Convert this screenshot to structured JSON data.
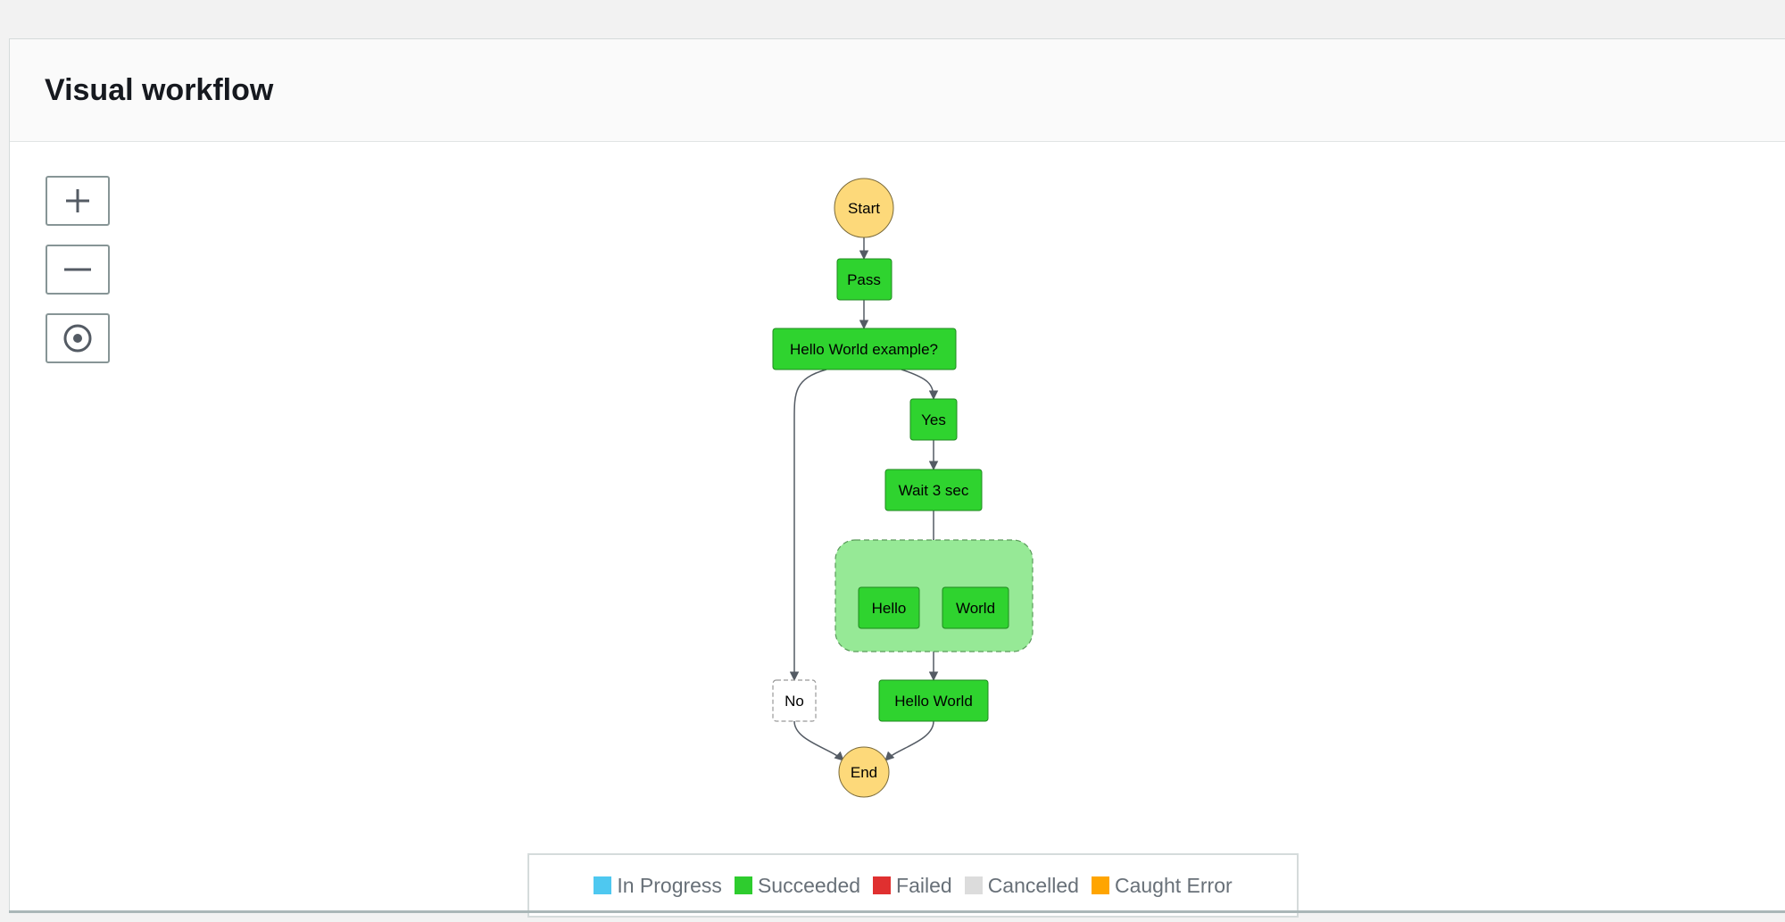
{
  "panel": {
    "title": "Visual workflow"
  },
  "zoom_controls": [
    {
      "name": "zoom-in-button",
      "icon": "plus-icon"
    },
    {
      "name": "zoom-out-button",
      "icon": "minus-icon"
    },
    {
      "name": "center-button",
      "icon": "target-icon"
    }
  ],
  "graph": {
    "start": "Start",
    "end": "End",
    "nodes": {
      "pass": "Pass",
      "choice": "Hello World example?",
      "yes": "Yes",
      "no": "No",
      "wait": "Wait 3 sec",
      "hello": "Hello",
      "world": "World",
      "hello_world": "Hello World"
    }
  },
  "legend": [
    {
      "label": "In Progress",
      "color": "#4ec8f0"
    },
    {
      "label": "Succeeded",
      "color": "#2ecc2e"
    },
    {
      "label": "Failed",
      "color": "#e03030"
    },
    {
      "label": "Cancelled",
      "color": "#dcdcdc"
    },
    {
      "label": "Caught Error",
      "color": "#ffa500"
    }
  ],
  "colors": {
    "succeeded": "#2fd32f",
    "parallel_bg": "#96e996",
    "terminal": "#fdd97a",
    "edge": "#545b64"
  }
}
